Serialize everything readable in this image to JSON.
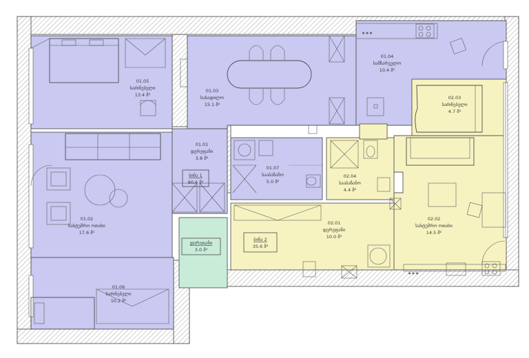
{
  "colors": {
    "apartment_1": "#c9c9f2",
    "apartment_2": "#f7f3c1",
    "common": "#c9ecd9",
    "wall_stroke": "#555555"
  },
  "rooms": [
    {
      "id": "01.05",
      "name": "საძინებელი",
      "area": "13.4 მ²"
    },
    {
      "id": "01.03",
      "name": "სასადილო",
      "area": "15.1 მ²"
    },
    {
      "id": "01.04",
      "name": "სამზარეულო",
      "area": "10.4 მ²"
    },
    {
      "id": "01.01",
      "name": "დერეფანი",
      "area": "3.8 მ²"
    },
    {
      "id": "01.07",
      "name": "სააბაზანო",
      "area": "5.0 მ²"
    },
    {
      "id": "01.02",
      "name": "სასტუმრო ოთახი",
      "area": "17.6 მ²"
    },
    {
      "id": "01.06",
      "name": "საძინებელი",
      "area": "10.2 მ²"
    },
    {
      "id": "02.03",
      "name": "საძინებელი",
      "area": "4.7 მ²"
    },
    {
      "id": "02.04",
      "name": "სააბაზანო",
      "area": "4.4 მ²"
    },
    {
      "id": "02.01",
      "name": "დერეფანი",
      "area": "10.0 მ²"
    },
    {
      "id": "02.02",
      "name": "სასტუმრო ოთახი",
      "area": "14.5 მ²"
    }
  ],
  "units": [
    {
      "name": "ბინა 1",
      "area": "80.6 მ²"
    },
    {
      "name": "ბინა 2",
      "area": "35.6 მ²"
    }
  ],
  "common": {
    "name": "დერეფანი",
    "area": "3.0 მ²"
  },
  "stove_marks": [
    "∗∗∗",
    "∗∗∗"
  ],
  "icons": [
    "door-swing-icon",
    "stove-icon",
    "sink-icon",
    "toilet-icon",
    "bed-icon",
    "sofa-icon",
    "dining-table-icon",
    "armchair-icon",
    "washing-machine-icon"
  ]
}
